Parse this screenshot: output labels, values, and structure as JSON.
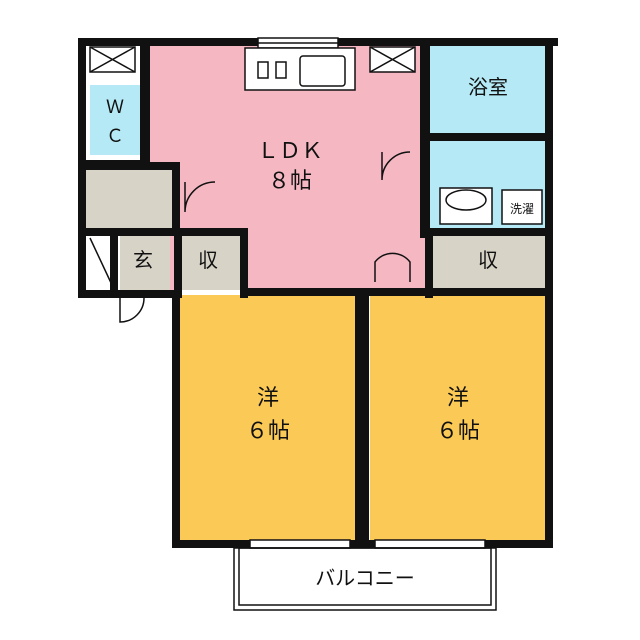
{
  "rooms": {
    "ldk": {
      "label": "ＬＤＫ",
      "size": "８帖"
    },
    "bath": {
      "label": "浴室"
    },
    "wc": {
      "label_top": "Ｗ",
      "label_bottom": "Ｃ"
    },
    "entrance": {
      "label": "玄"
    },
    "storage_left": {
      "label": "収"
    },
    "storage_right": {
      "label": "収"
    },
    "washer": {
      "label": "洗濯"
    },
    "western_left": {
      "label": "洋",
      "size": "６帖"
    },
    "western_right": {
      "label": "洋",
      "size": "６帖"
    },
    "balcony": {
      "label": "バルコニー"
    }
  },
  "colors": {
    "ldk": "#f5b8c2",
    "western": "#fbc955",
    "bath": "#b5e9f5",
    "storage": "#d7d3c7",
    "wall": "#111111"
  }
}
